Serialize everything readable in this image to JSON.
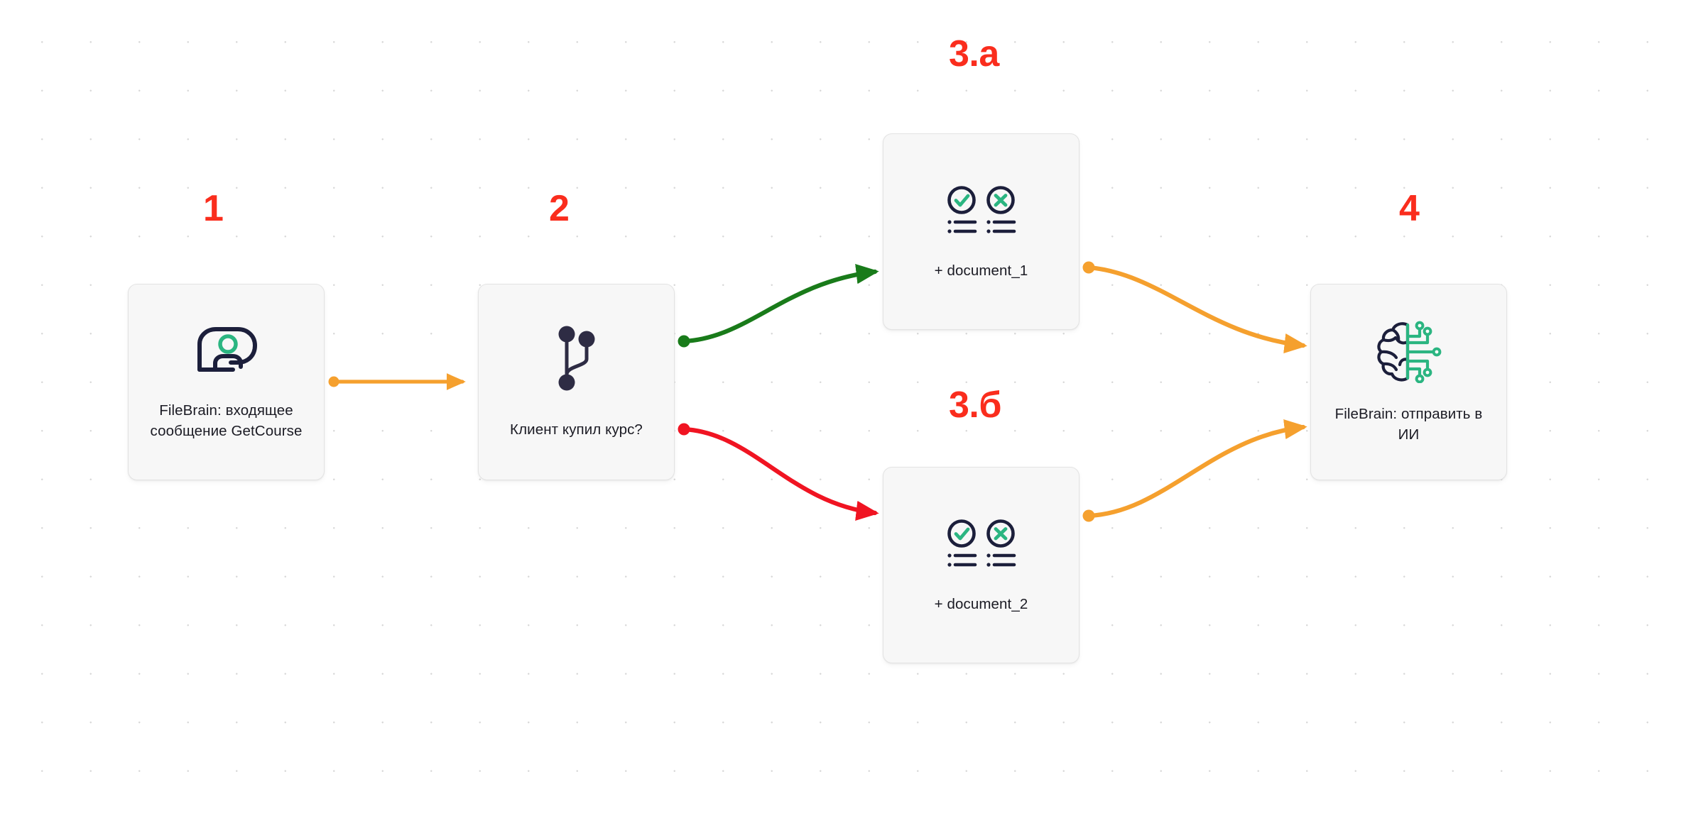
{
  "diagram": {
    "title": "FileBrain GetCourse flow",
    "colors": {
      "accent_orange": "#F5A02E",
      "branch_yes_green": "#197B1A",
      "branch_no_red": "#F01422",
      "step_number_red": "#FA2D1D",
      "icon_dark": "#1C1F3B",
      "icon_teal": "#2BB581",
      "card_fill": "#F7F7F7",
      "card_border": "#E3E3E3",
      "canvas_bg": "#FFFFFF",
      "grid_dot": "#D8D8D8"
    }
  },
  "steps": [
    {
      "id": "1",
      "label": "1"
    },
    {
      "id": "2",
      "label": "2"
    },
    {
      "id": "3a",
      "label": "3.a"
    },
    {
      "id": "3b",
      "label": "3.б"
    },
    {
      "id": "4",
      "label": "4"
    }
  ],
  "nodes": [
    {
      "id": "node-1",
      "label": "FileBrain: входящее\nсообщение GetCourse",
      "icon": "incoming-message-user-icon"
    },
    {
      "id": "node-2",
      "label": "Клиент купил курс?",
      "icon": "branch-condition-icon"
    },
    {
      "id": "node-3a",
      "label": "+ document_1",
      "icon": "check-cross-checklist-icon"
    },
    {
      "id": "node-3b",
      "label": "+ document_2",
      "icon": "check-cross-checklist-icon"
    },
    {
      "id": "node-4",
      "label": "FileBrain: отправить в\nИИ",
      "icon": "ai-brain-circuit-icon"
    }
  ],
  "edges": [
    {
      "id": "edge-1-2",
      "from": "node-1",
      "to": "node-2",
      "color": "#F5A02E",
      "style": "straight"
    },
    {
      "id": "edge-2-3a",
      "from": "node-2",
      "to": "node-3a",
      "color": "#197B1A",
      "style": "curve"
    },
    {
      "id": "edge-2-3b",
      "from": "node-2",
      "to": "node-3b",
      "color": "#F01422",
      "style": "curve"
    },
    {
      "id": "edge-3a-4",
      "from": "node-3a",
      "to": "node-4",
      "color": "#F5A02E",
      "style": "curve"
    },
    {
      "id": "edge-3b-4",
      "from": "node-3b",
      "to": "node-4",
      "color": "#F5A02E",
      "style": "curve"
    }
  ]
}
